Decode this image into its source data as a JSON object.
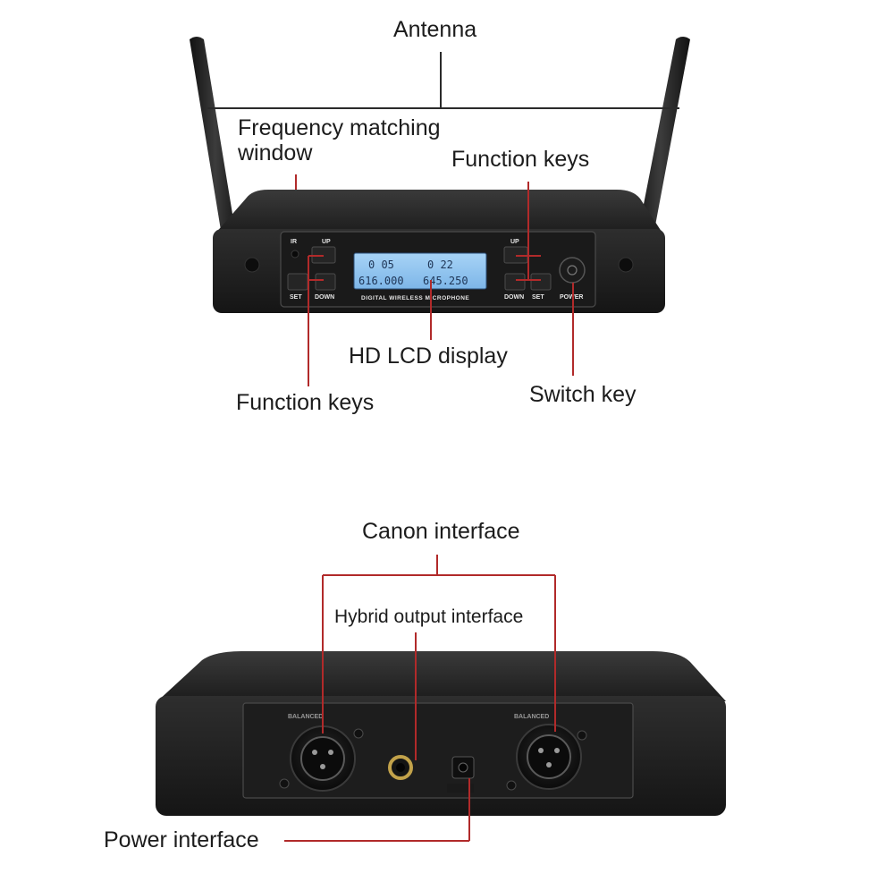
{
  "colors": {
    "callout_line": "#b12a2a",
    "antenna_line": "#2a2a2a",
    "device_body": "#262626",
    "lcd_backlight": "#8fc4f0"
  },
  "labels": {
    "antenna": "Antenna",
    "frequency_matching_window": "Frequency matching window",
    "function_keys_right": "Function keys",
    "hd_lcd_display": "HD LCD display",
    "function_keys_left": "Function keys",
    "switch_key": "Switch key",
    "canon_interface": "Canon interface",
    "hybrid_output_interface": "Hybrid output interface",
    "power_interface": "Power interface"
  },
  "front_panel": {
    "ir": "IR",
    "left_up": "UP",
    "left_set": "SET",
    "left_down": "DOWN",
    "right_up": "UP",
    "right_down": "DOWN",
    "right_set": "SET",
    "power": "POWER",
    "brand_strip": "DIGITAL WIRELESS MICROPHONE",
    "lcd": {
      "left_channel": "0 05",
      "left_freq": "616.000",
      "right_channel": "0 22",
      "right_freq": "645.250"
    }
  }
}
